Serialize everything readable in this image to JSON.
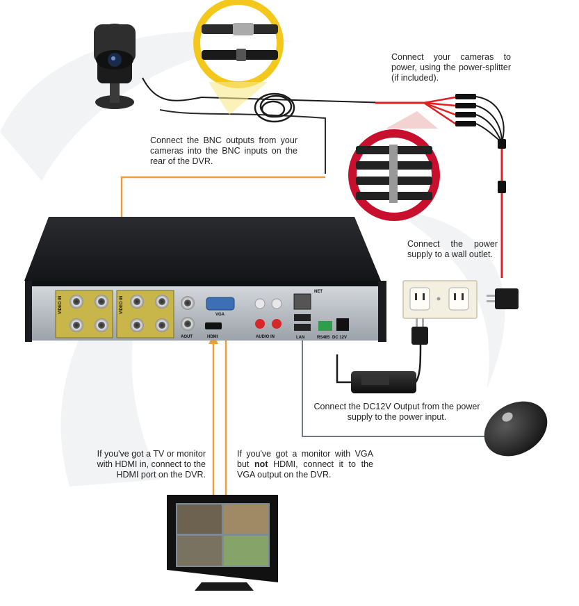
{
  "callouts": {
    "camera_power": "Connect your cameras to power, using the power-splitter (if included).",
    "bnc": "Connect the BNC outputs from your cameras into the BNC inputs on the rear of the DVR.",
    "wall_outlet": "Connect the power supply to a wall outlet.",
    "dc12v": "Connect the DC12V Output from the power supply to the power input.",
    "hdmi": "If you've got a TV or monitor with HDMI in, connect to the HDMI port on the DVR.",
    "vga_before": "If you've got a monitor with VGA but ",
    "vga_bold": "not",
    "vga_after": " HDMI, connect it to the VGA output on the DVR."
  },
  "dvr_labels": {
    "video_in_left": "VIDEO IN",
    "video_in_right": "VIDEO IN",
    "aout": "AOUT",
    "hdmi": "HDMI",
    "vga": "VGA",
    "audio_in": "AUDIO IN",
    "lan": "LAN",
    "net": "NET",
    "rs485": "RS485",
    "dc12v": "DC 12V"
  },
  "colors": {
    "cable_video": "#f29a3f",
    "cable_power": "#e02020",
    "cable_usb": "#707a82",
    "dvr_body": "#1e1f22",
    "dvr_panel": "#b9bec4",
    "bnc_block": "#c9b64a",
    "highlight_ring_yellow": "#f3c81b",
    "highlight_ring_red": "#c8102e"
  },
  "icons": [
    "security-camera-icon",
    "dvr-recorder-icon",
    "wall-outlet-icon",
    "power-adapter-icon",
    "mouse-icon",
    "monitor-icon"
  ]
}
